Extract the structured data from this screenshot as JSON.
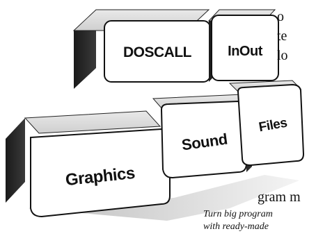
{
  "illustration": {
    "blocks": [
      {
        "id": "doscall",
        "label": "DOSCALL"
      },
      {
        "id": "inout",
        "label": "InOut"
      },
      {
        "id": "graphics",
        "label": "Graphics"
      },
      {
        "id": "sound",
        "label": "Sound"
      },
      {
        "id": "files",
        "label": "Files"
      }
    ]
  },
  "article": {
    "fragments": [
      "o",
      "te",
      "lo",
      "gram m"
    ],
    "caption_lines": [
      "Turn big program",
      "with ready-made"
    ]
  }
}
